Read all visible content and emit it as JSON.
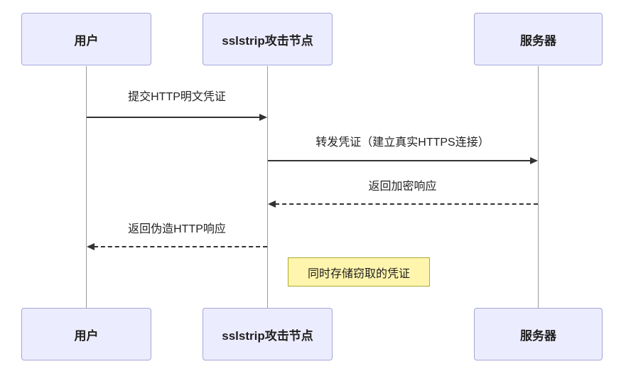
{
  "diagram": {
    "type": "sequence",
    "actors": [
      {
        "id": "user",
        "label": "用户"
      },
      {
        "id": "sslstrip",
        "label": "sslstrip攻击节点"
      },
      {
        "id": "server",
        "label": "服务器"
      }
    ],
    "messages": [
      {
        "label": "提交HTTP明文凭证",
        "from": "user",
        "to": "sslstrip",
        "style": "solid"
      },
      {
        "label": "转发凭证（建立真实HTTPS连接）",
        "from": "sslstrip",
        "to": "server",
        "style": "solid"
      },
      {
        "label": "返回加密响应",
        "from": "server",
        "to": "sslstrip",
        "style": "dashed"
      },
      {
        "label": "返回伪造HTTP响应",
        "from": "sslstrip",
        "to": "user",
        "style": "dashed"
      }
    ],
    "note": {
      "label": "同时存储窃取的凭证"
    },
    "colors": {
      "actor_fill": "#ECECFF",
      "actor_border": "#A6A6D9",
      "note_fill": "#FFF5AD",
      "note_border": "#AAAA33",
      "line": "#333333",
      "lifeline": "#9a9a9a"
    }
  }
}
